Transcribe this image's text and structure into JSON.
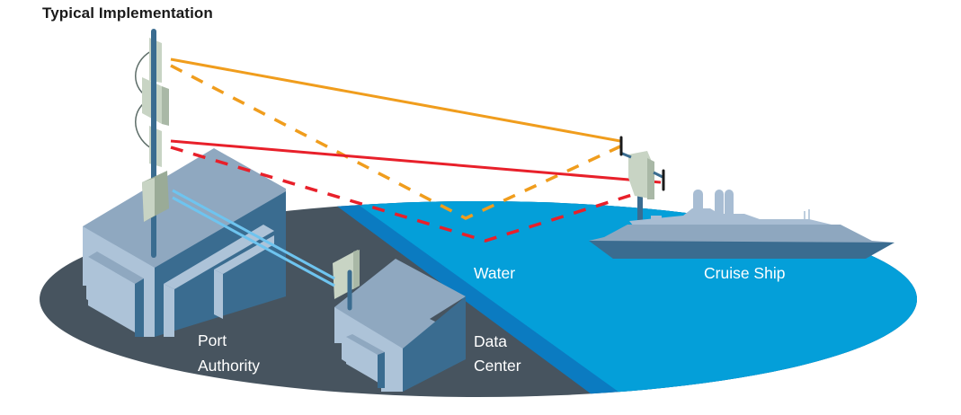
{
  "title": "Typical Implementation",
  "labels": {
    "port_authority": [
      "Port",
      "Authority"
    ],
    "data_center": [
      "Data",
      "Center"
    ],
    "water": "Water",
    "cruise_ship": "Cruise Ship"
  },
  "colors": {
    "ground": "#47545f",
    "water": "#049fd9",
    "water_edge": "#0b7bc1",
    "building_top": "#8fa8c0",
    "building_light": "#adc3d8",
    "building_dark": "#3a6c90",
    "mast": "#3a6c90",
    "antenna": "#c8d4c4",
    "link_orange": "#f09d1d",
    "link_red": "#e8202a",
    "fiber": "#6ec4ef",
    "ship_upper": "#a8bdd3",
    "ship_hull_top": "#8ea7bf",
    "ship_hull_bottom": "#3a6c90"
  },
  "links": [
    {
      "name": "orange-direct-link",
      "color": "orange",
      "style": "solid"
    },
    {
      "name": "orange-reflected-link",
      "color": "orange",
      "style": "dashed"
    },
    {
      "name": "red-direct-link",
      "color": "red",
      "style": "solid"
    },
    {
      "name": "red-reflected-link",
      "color": "red",
      "style": "dashed"
    },
    {
      "name": "fiber-link",
      "color": "light-blue",
      "style": "double-line"
    }
  ]
}
